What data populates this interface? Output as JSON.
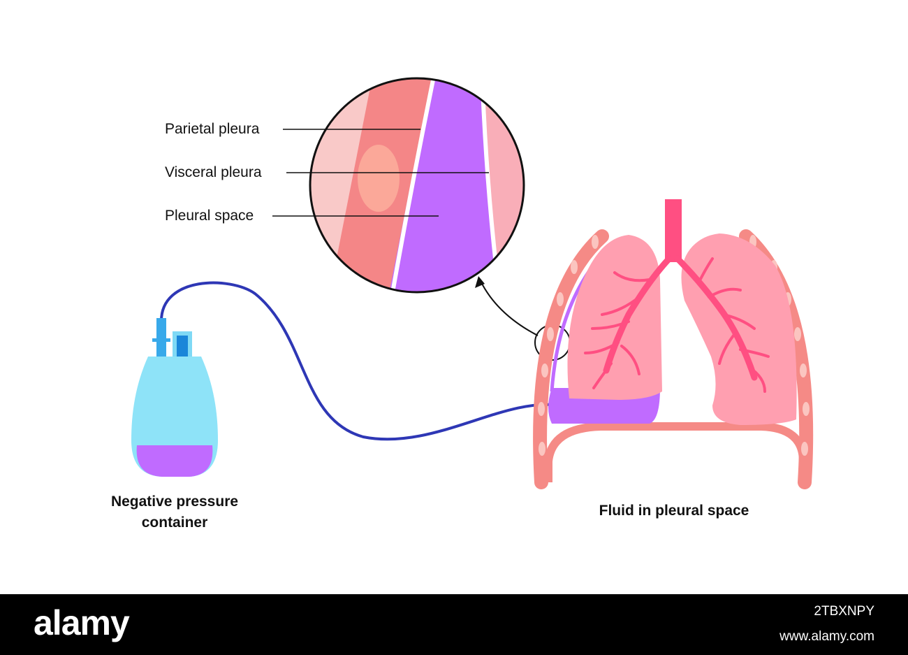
{
  "labels": {
    "parietal_pleura": "Parietal pleura",
    "visceral_pleura": "Visceral pleura",
    "pleural_space": "Pleural space"
  },
  "captions": {
    "container_line1": "Negative pressure",
    "container_line2": "container",
    "fluid": "Fluid in pleural space"
  },
  "footer": {
    "brand": "alamy",
    "image_id": "2TBXNPY",
    "site": "www.alamy.com"
  },
  "colors": {
    "fluid": "#c06bff",
    "lung": "#ff9fb0",
    "trachea": "#ff4f82",
    "chest_wall": "#f58a86",
    "tube": "#2e37b5",
    "container": "#8ee3f8"
  }
}
